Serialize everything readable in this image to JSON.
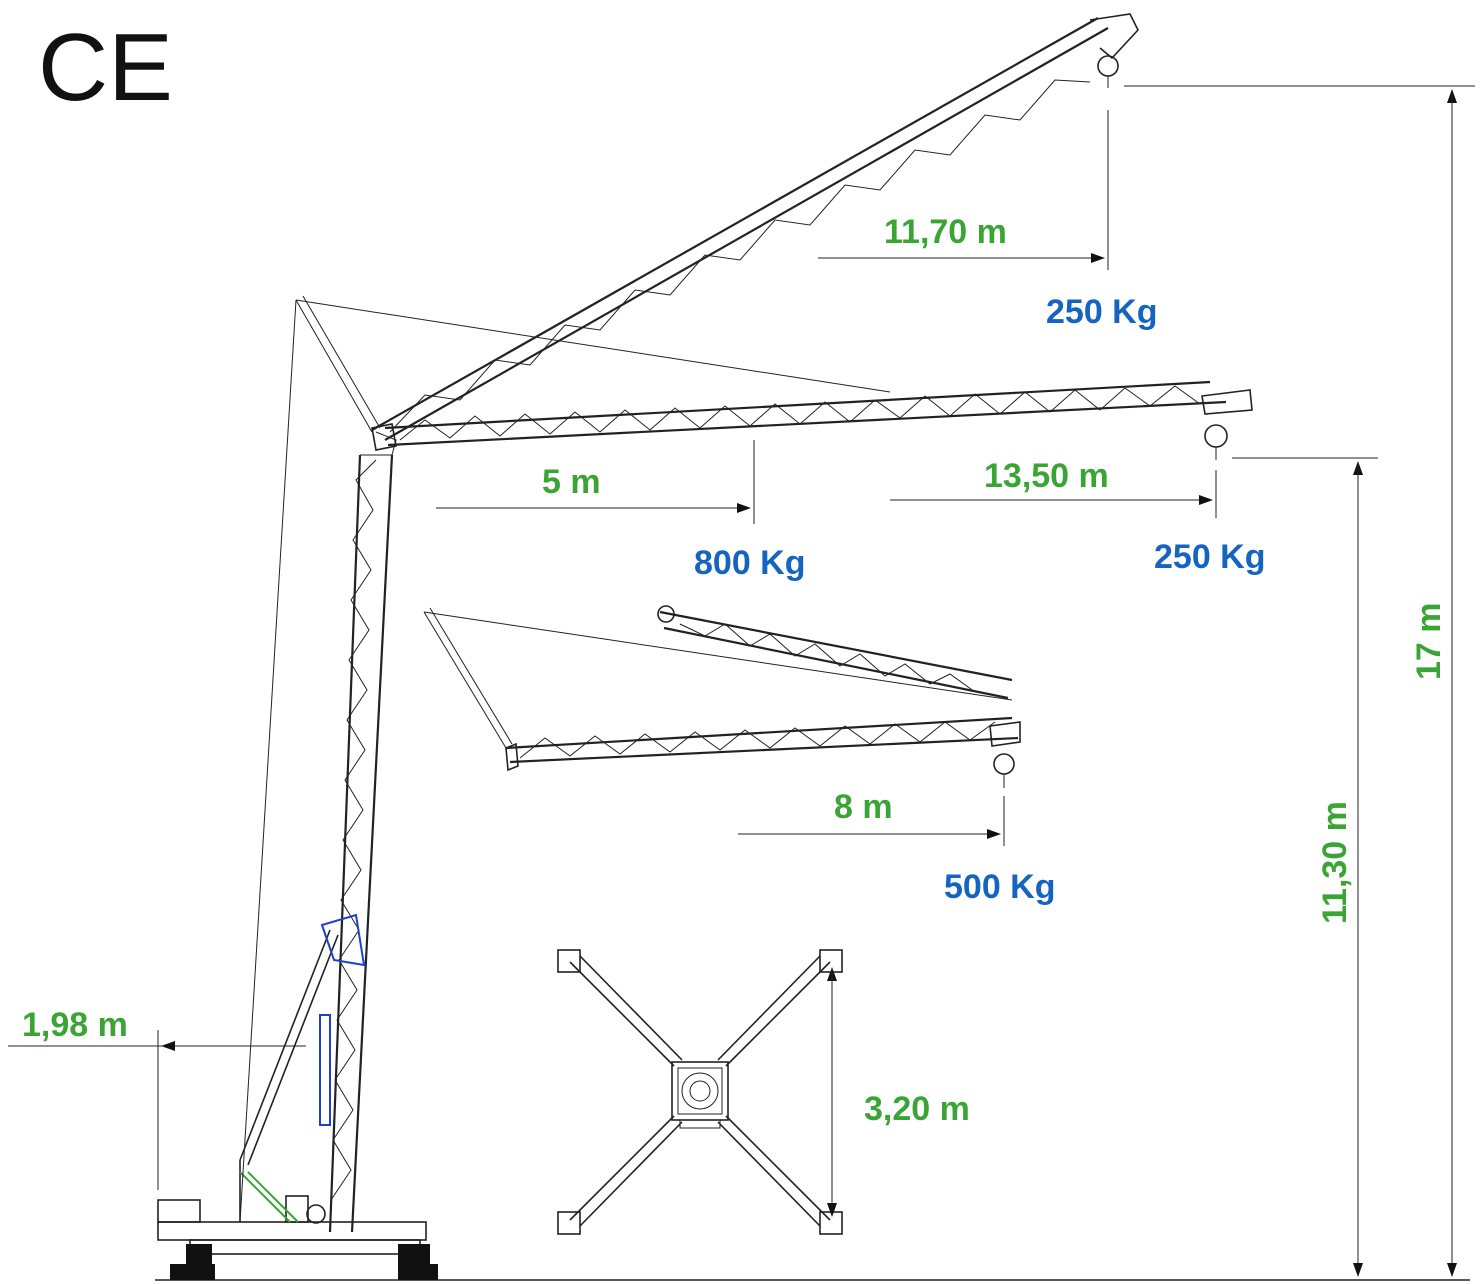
{
  "mark": {
    "text": "CE"
  },
  "dimensions": {
    "reach_high": "11,70 m",
    "reach_mid": "13,50 m",
    "reach_5": "5 m",
    "reach_low": "8 m",
    "tail": "1,98 m",
    "base_width": "3,20 m",
    "height_total": "17 m",
    "height_hook": "11,30 m"
  },
  "loads": {
    "high_load": "250 Kg",
    "mid_load": "250 Kg",
    "near_load": "800 Kg",
    "low_load": "500 Kg"
  },
  "colors": {
    "dimension": "#3aa535",
    "load": "#1565c0",
    "drawing": "#222222",
    "hydraulics": "#1f3fd0"
  }
}
